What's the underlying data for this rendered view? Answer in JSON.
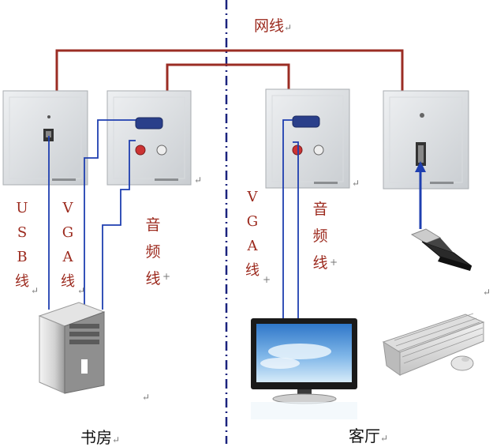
{
  "labels": {
    "network_cable": "网线",
    "usb_cable": [
      "U",
      "S",
      "B",
      "线"
    ],
    "vga_cable_study": [
      "V",
      "G",
      "A",
      "线"
    ],
    "audio_cable_study": [
      "音",
      "频",
      "线"
    ],
    "vga_cable_living": [
      "V",
      "G",
      "A",
      "线"
    ],
    "audio_cable_living": [
      "音",
      "频",
      "线"
    ],
    "study_room": "书房",
    "living_room": "客厅"
  },
  "marks": {
    "return_symbol": "↵",
    "plus_symbol": "+"
  },
  "colors": {
    "network_line": "#9b2d24",
    "signal_line": "#1f3fb0",
    "label_text": "#9c2a1e",
    "divider": "#1a237e"
  }
}
